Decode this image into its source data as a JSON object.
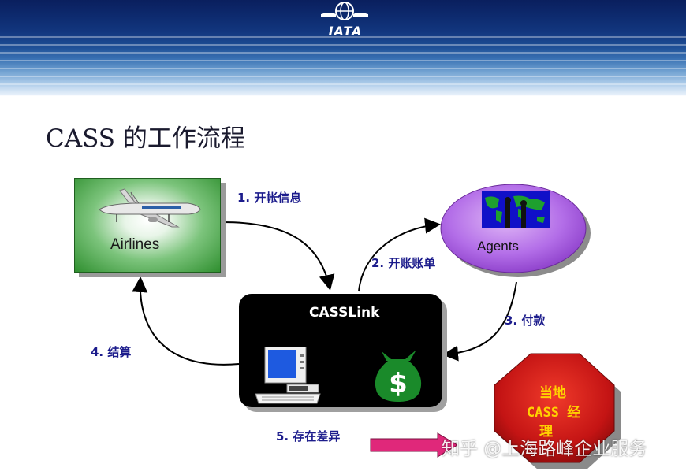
{
  "header": {
    "logo_text": "IATA"
  },
  "title": "CASS 的工作流程",
  "nodes": {
    "airlines": "Airlines",
    "agents": "Agents",
    "cass": "CASSLink"
  },
  "steps": {
    "s1": "1. 开帐信息",
    "s2": "2. 开账账单",
    "s3": "3. 付款",
    "s4": "4. 结算",
    "s5": "5. 存在差异"
  },
  "manager": {
    "line1": "当地",
    "line2": "CASS 经",
    "line3": "理"
  },
  "watermark": "知乎 @上海路峰企业服务",
  "colors": {
    "banner": "#0d2a6e",
    "green_box": "#2f8f2f",
    "ellipse": "#a955e0",
    "octagon": "#c81414",
    "step_text": "#1c1c8c",
    "pink_arrow": "#e0287a"
  }
}
